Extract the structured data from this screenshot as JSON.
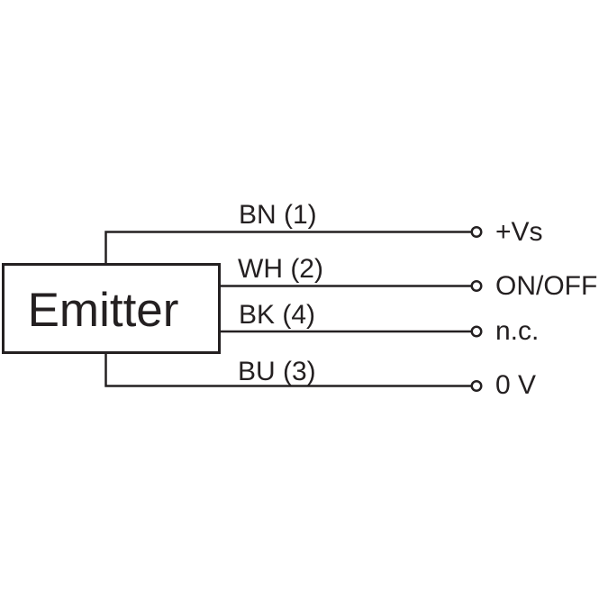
{
  "colors": {
    "stroke": "#242021",
    "background": "#ffffff"
  },
  "diagram": {
    "device_label": "Emitter",
    "wires": [
      {
        "id": "bn",
        "label": "BN (1)",
        "terminal": "+Vs"
      },
      {
        "id": "wh",
        "label": "WH (2)",
        "terminal": "ON/OFF"
      },
      {
        "id": "bk",
        "label": "BK (4)",
        "terminal": "n.c."
      },
      {
        "id": "bu",
        "label": "BU (3)",
        "terminal": "0 V"
      }
    ]
  }
}
